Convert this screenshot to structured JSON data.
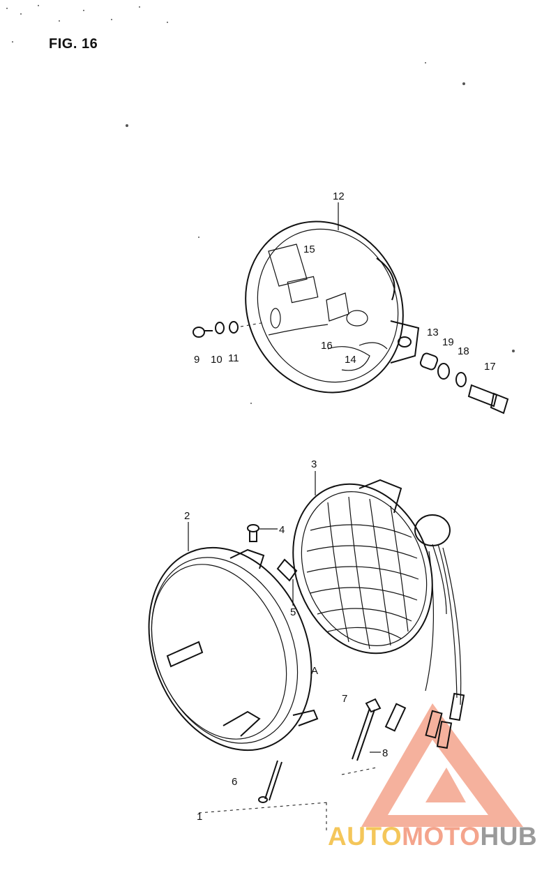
{
  "figure": {
    "title": "FIG. 16"
  },
  "callouts": {
    "c1": "1",
    "c2": "2",
    "c3": "3",
    "c4": "4",
    "c5": "5",
    "c6": "6",
    "c7": "7",
    "c8": "8",
    "c9": "9",
    "c10": "10",
    "c11": "11",
    "c12": "12",
    "c13": "13",
    "c14": "14",
    "c15": "15",
    "c16": "16",
    "c17": "17",
    "c18": "18",
    "c19": "19",
    "cA": "A"
  },
  "watermark": {
    "part1": "AUTO",
    "part2": "MOTO",
    "part3": "HUB",
    "color_auto": "#f4c65a",
    "color_moto": "#f4a48c",
    "color_hub": "#9a9a9a"
  }
}
